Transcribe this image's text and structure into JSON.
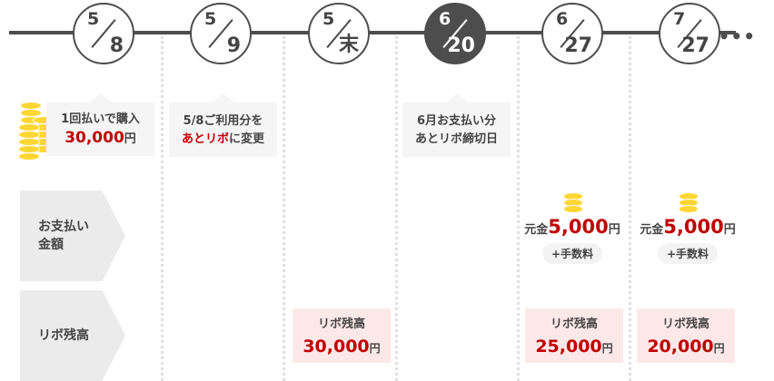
{
  "timeline": {
    "dates": [
      {
        "month": "5",
        "day": "8"
      },
      {
        "month": "5",
        "day": "9"
      },
      {
        "month": "5",
        "day": "末"
      },
      {
        "month": "6",
        "day": "20",
        "highlight": true
      },
      {
        "month": "6",
        "day": "27"
      },
      {
        "month": "7",
        "day": "27"
      }
    ],
    "continuation": "•••"
  },
  "callouts": {
    "purchase": {
      "line1": "1回払いで購入",
      "amount": "30,000",
      "unit": "円"
    },
    "change": {
      "line1": "5/8ご利用分を",
      "highlight": "あとリボ",
      "line2_rest": "に変更"
    },
    "deadline": {
      "line1": "6月お支払い分",
      "line2": "あとリボ締切日"
    }
  },
  "rows": {
    "payment": "お支払い\n金額",
    "balance": "リボ残高"
  },
  "payments": [
    {
      "prefix": "元金",
      "amount": "5,000",
      "unit": "円",
      "fee": "+手数料"
    },
    {
      "prefix": "元金",
      "amount": "5,000",
      "unit": "円",
      "fee": "+手数料"
    }
  ],
  "balances": [
    {
      "label": "リボ残高",
      "amount": "30,000",
      "unit": "円"
    },
    {
      "label": "リボ残高",
      "amount": "25,000",
      "unit": "円"
    },
    {
      "label": "リボ残高",
      "amount": "20,000",
      "unit": "円"
    }
  ]
}
